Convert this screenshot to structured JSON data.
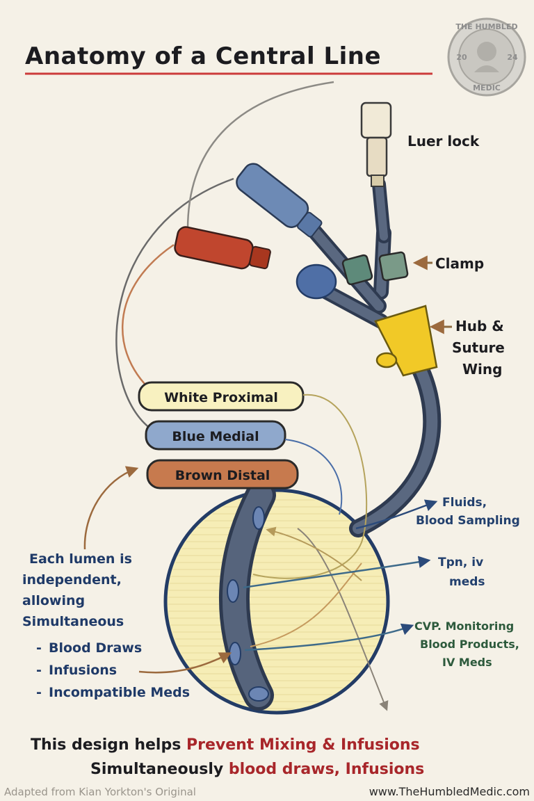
{
  "title": "Anatomy of a Central Line",
  "labels": {
    "luer_lock": "Luer lock",
    "clamp": "Clamp",
    "hub_line1": "Hub &",
    "hub_line2": "Suture",
    "hub_line3": "Wing"
  },
  "lumens": [
    {
      "label": "White Proximal",
      "color": "#f8f1c0"
    },
    {
      "label": "Blue Medial",
      "color": "#8fa8cc"
    },
    {
      "label": "Brown Distal",
      "color": "#c77a4e"
    }
  ],
  "uses": {
    "proximal_line1": "Fluids,",
    "proximal_line2": "Blood Sampling",
    "medial_line1": "Tpn, iv",
    "medial_line2": "meds",
    "distal_line1": "CVP. Monitoring",
    "distal_line2": "Blood Products,",
    "distal_line3": "IV Meds"
  },
  "note": {
    "line1": "Each lumen is",
    "line2": "independent,",
    "line3": "allowing",
    "line4": "Simultaneous",
    "bullets": [
      "Blood Draws",
      "Infusions",
      "Incompatible Meds"
    ]
  },
  "bottom": {
    "line1_a": "This design helps ",
    "line1_b": "Prevent Mixing & Infusions",
    "line2_a": "Simultaneously ",
    "line2_b": "blood draws, Infusions"
  },
  "footer": {
    "left": "Adapted from Kian Yorkton's Original",
    "right": "www.TheHumbledMedic.com"
  },
  "seal": {
    "top": "THE HUMBLED",
    "bottom": "MEDIC",
    "left": "20",
    "right": "24"
  },
  "colors": {
    "background": "#f5f1e7",
    "title_underline": "#cc3b3b",
    "catheter": "#3d4a60",
    "hub": "#f1c927",
    "red_port": "#c0462e",
    "blue_port": "#6d8ab5",
    "clamp": "#5e8a7a",
    "vessel": "#f6edb6",
    "accent_red": "#a8262a"
  }
}
